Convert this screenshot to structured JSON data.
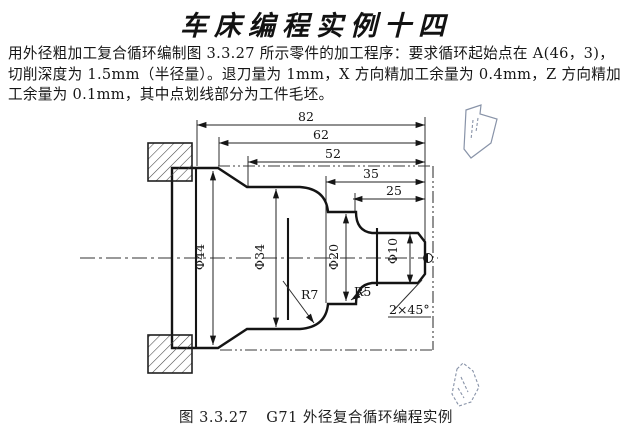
{
  "title": "车床编程实例十四",
  "paragraph": {
    "line1": "用外径粗加工复合循环编制图 3.3.27 所示零件的加工程序：要求循环起始点在 A(46，3)，",
    "line2": "切削深度为 1.5mm（半径量）。退刀量为 1mm，X 方向精加工余量为 0.4mm，Z 方向精加",
    "line3": "工余量为 0.1mm，其中点划线部分为工件毛坯。"
  },
  "figure": {
    "length_dims": [
      "82",
      "62",
      "52",
      "35",
      "25"
    ],
    "diameter_dims": [
      "Φ44",
      "Φ34",
      "Φ20",
      "Φ10"
    ],
    "fillet_labels": [
      "R7",
      "R5"
    ],
    "chamfer_label": "2×45°"
  },
  "caption": {
    "fig_no": "图 3.3.27",
    "text": "G71 外径复合循环编程实例"
  },
  "colors": {
    "ink": "#161616",
    "paper": "#ffffff",
    "artifact": "#8893a8"
  }
}
